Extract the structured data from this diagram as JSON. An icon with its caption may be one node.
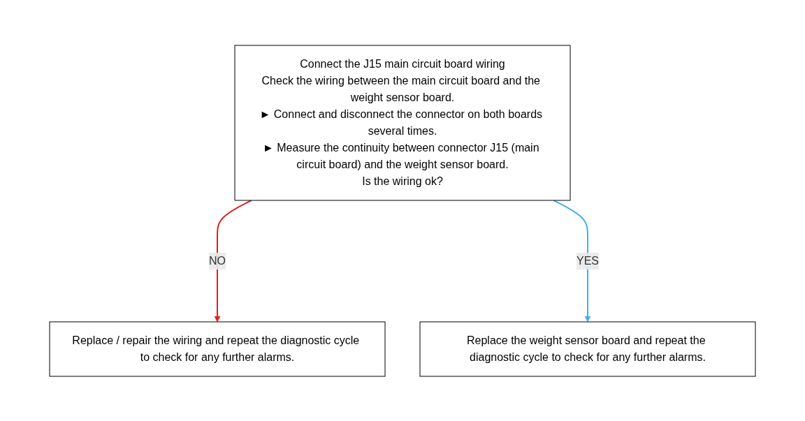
{
  "diagram": {
    "nodes": [
      {
        "text": [
          "Connect the J15 main circuit board wiring",
          "Check the wiring between the main circuit board and the weight sensor board.",
          "► Connect and disconnect the connector on both boards several times.",
          "► Measure the continuity between connector J15 (main circuit board) and the weight sensor board.",
          "Is the wiring ok?"
        ]
      },
      {
        "text": [
          "Replace / repair the wiring and repeat the diagnostic cycle to check for any further alarms."
        ]
      },
      {
        "text": [
          "Replace the weight sensor board and repeat the diagnostic cycle to check for any further alarms."
        ]
      }
    ],
    "edges": [
      {
        "from": 0,
        "to": 1,
        "arrow": "to",
        "label": "NO",
        "color": "#e02020"
      },
      {
        "from": 0,
        "to": 2,
        "arrow": "to",
        "label": "YES",
        "color": "#40b0f0"
      }
    ]
  }
}
